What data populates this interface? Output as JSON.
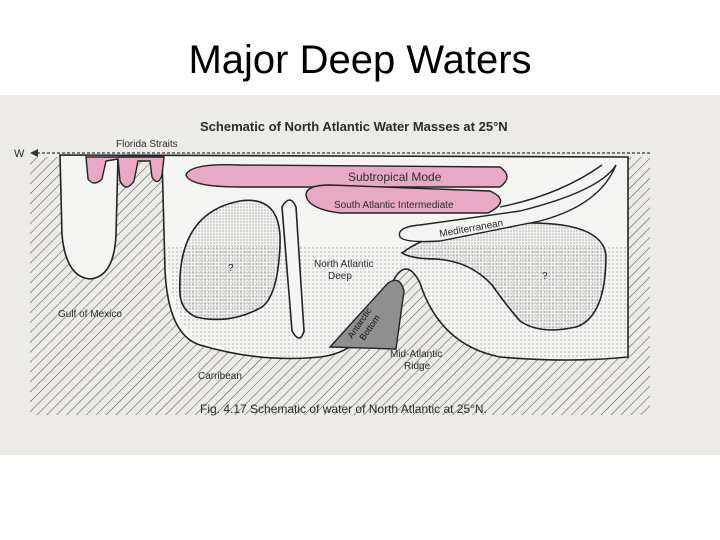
{
  "slide": {
    "title": "Major Deep Waters"
  },
  "figure": {
    "title": "Schematic of North Atlantic Water Masses at 25°N",
    "caption": "Fig. 4.17  Schematic of water of North Atlantic at 25°N.",
    "direction_label": "W",
    "labels": {
      "florida_straits": "Florida Straits",
      "subtropical_mode": "Subtropical Mode",
      "south_atlantic_intermediate": "South Atlantic Intermediate",
      "mediterranean": "Mediterranean",
      "north_atlantic_deep_line1": "North Atlantic",
      "north_atlantic_deep_line2": "Deep",
      "antarctic_bottom_line1": "Antarctic",
      "antarctic_bottom_line2": "Bottom",
      "question_left": "?",
      "question_right": "?",
      "gulf_of_mexico": "Gulf of Mexico",
      "carribean": "Carribean",
      "mid_atlantic_line1": "Mid-Atlantic",
      "mid_atlantic_line2": "Ridge"
    },
    "colors": {
      "background": "#ecebe7",
      "pink_water": "#e8a9c5",
      "ink": "#2b2b2b",
      "antarctic_gray": "#8f8f8f"
    }
  }
}
